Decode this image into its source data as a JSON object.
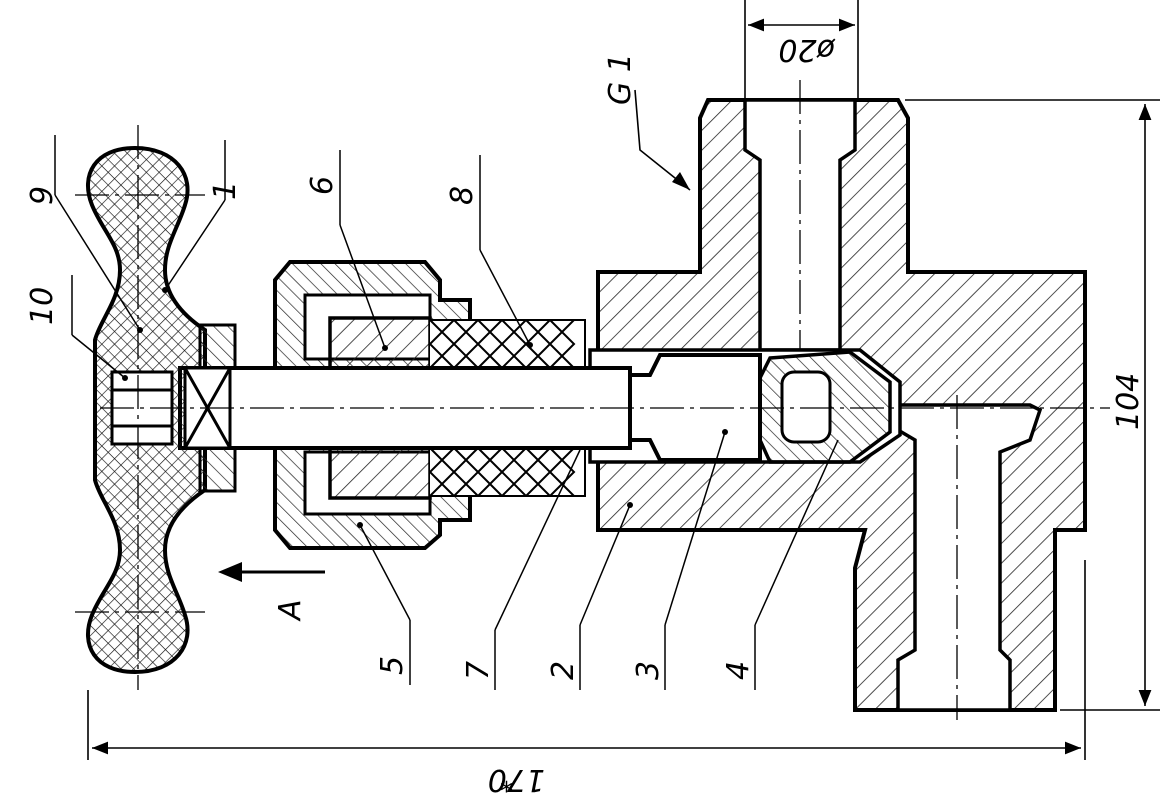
{
  "drawing": {
    "colors": {
      "ink": "#000000",
      "paper": "#ffffff",
      "hatch": "#222222"
    },
    "part_numbers": [
      "9",
      "1",
      "10",
      "6",
      "8",
      "5",
      "7",
      "2",
      "3",
      "4"
    ],
    "dimensions": {
      "overall_length": "170",
      "overall_length_mark": "*",
      "height": "104",
      "bore": "ø20"
    },
    "thread": "G 1",
    "view_label": "A"
  }
}
